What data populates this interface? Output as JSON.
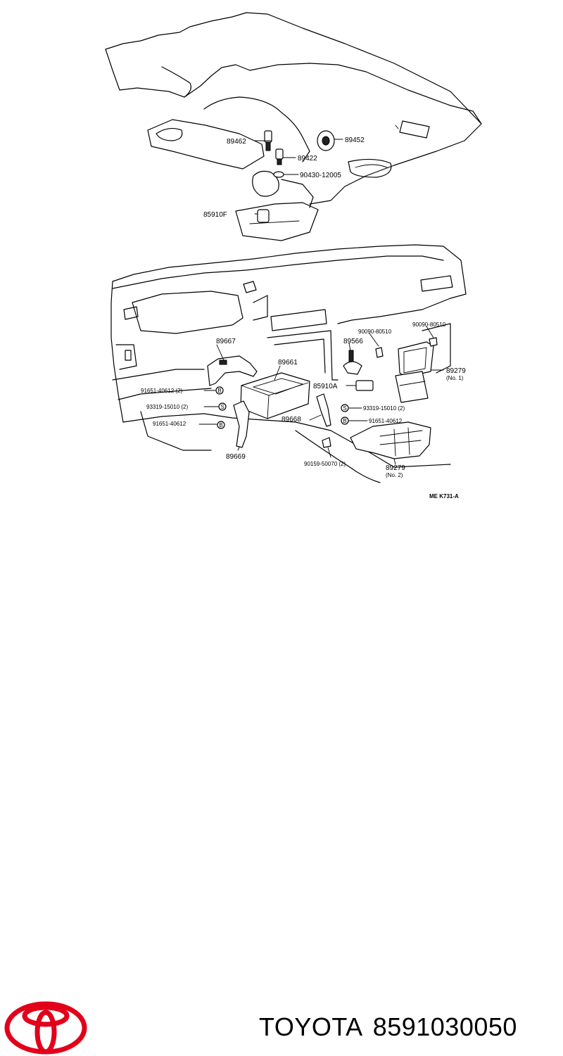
{
  "diagram": {
    "labels": {
      "p89462": "89462",
      "p89452": "89452",
      "p89422": "89422",
      "p90430": "90430-12005",
      "p85910F": "85910F",
      "p90090a": "90090-80510",
      "p90090b": "90090-80510",
      "p89667": "89667",
      "p89566": "89566",
      "p89661": "89661",
      "p89279a": "89279",
      "p89279a_sub": "(No. 1)",
      "p85910A": "85910A",
      "p91651a": "91651-40612 (2)",
      "p93319a": "93319-15010 (2)",
      "p93319b": "93319-15010 (2)",
      "p91651b": "91651-40612",
      "p89668": "89668",
      "p91651c": "91651-40612",
      "p89669": "89669",
      "p90159": "90159-50070 (2)",
      "p89279b": "89279",
      "p89279b_sub": "(No. 2)",
      "code": "ME  K731-A"
    },
    "symbols": {
      "b": "B",
      "s": "S"
    }
  },
  "footer": {
    "brand": "TOYOTA",
    "part_number": "8591030050",
    "logo_color": "#e2001a"
  }
}
